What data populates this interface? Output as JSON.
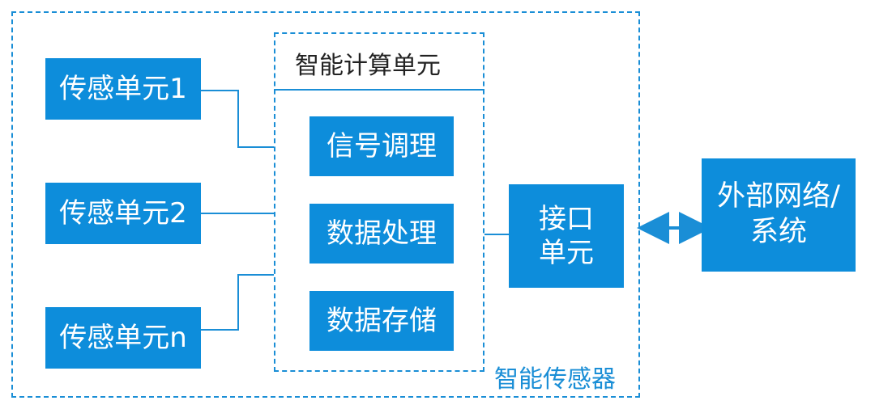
{
  "outer_label": "智能传感器",
  "compute_unit_title": "智能计算单元",
  "sensor_units": [
    "传感单元1",
    "传感单元2",
    "传感单元n"
  ],
  "processing_blocks": [
    "信号调理",
    "数据处理",
    "数据存储"
  ],
  "interface_unit": {
    "line1": "接口",
    "line2": "单元"
  },
  "external_box": {
    "line1": "外部网络/",
    "line2": "系统"
  }
}
